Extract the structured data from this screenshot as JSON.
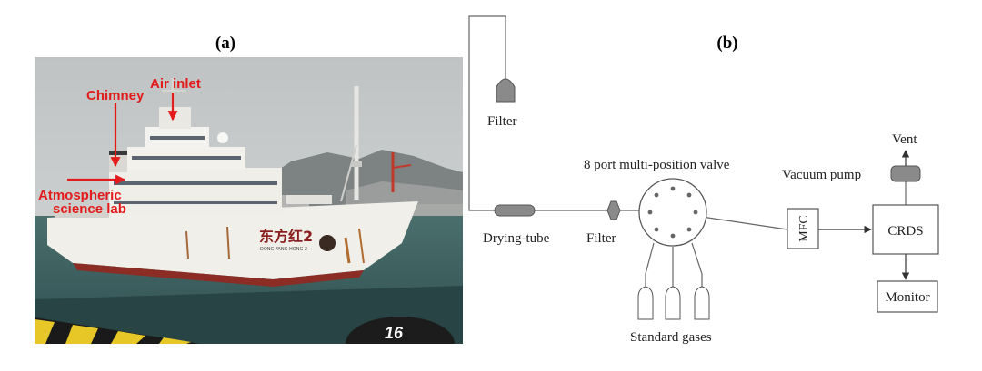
{
  "panel_a": {
    "label": "(a)",
    "photo_annotations": [
      {
        "text": "Chimney"
      },
      {
        "text": "Air inlet"
      },
      {
        "text": "Atmospheric"
      },
      {
        "text": "science lab"
      }
    ],
    "ship_name": "东方红2",
    "ship_pinyin": "DONG FANG HONG 2",
    "bollard_number": "16",
    "annotation_color": "#e31b1b"
  },
  "panel_b": {
    "label": "(b)",
    "components": {
      "filter_top": "Filter",
      "drying_tube": "Drying-tube",
      "filter_inline": "Filter",
      "valve": "8 port multi-position valve",
      "standard_gases": "Standard gases",
      "mfc": "MFC",
      "crds": "CRDS",
      "vent": "Vent",
      "vacuum_pump": "Vacuum pump",
      "monitor": "Monitor"
    },
    "line_color": "#666666",
    "component_fill": "#8a8a8a"
  }
}
